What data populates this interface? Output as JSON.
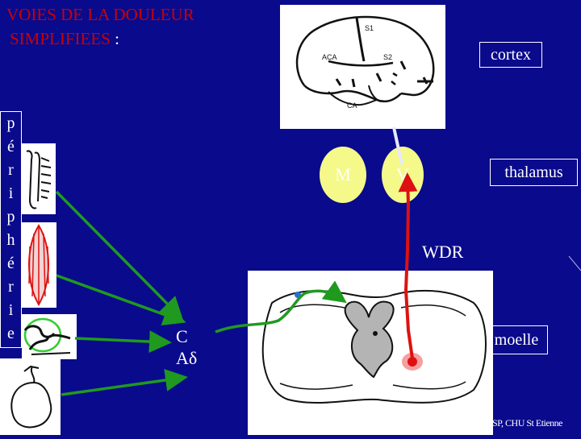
{
  "title": {
    "line1": "VOIES  DE LA DOULEUR",
    "line2": "SIMPLIFIEES",
    "colon": " :"
  },
  "labels": {
    "cortex": "cortex",
    "thalamus": "thalamus",
    "wdr": "WDR",
    "moelle": "moelle"
  },
  "peripherie_letters": [
    "p",
    "é",
    "r",
    "i",
    "p",
    "h",
    "é",
    "r",
    "i",
    "e"
  ],
  "brain": {
    "s1": "S1",
    "aca": "ACA",
    "s2": "S2",
    "ca": "CA"
  },
  "thalamus_nuclei": {
    "medial": "M",
    "lateral": "V"
  },
  "fibers": {
    "c": "C",
    "adelta": "Aδ"
  },
  "credit": "SP, CHU St Etienne",
  "colors": {
    "background": "#0a0a8c",
    "title_red": "#cc0000",
    "green_path": "#1f9a1f",
    "red_path": "#dd1111",
    "thalamus_yellow": "#f4f98a",
    "grey_matter": "#b4b4b4"
  }
}
